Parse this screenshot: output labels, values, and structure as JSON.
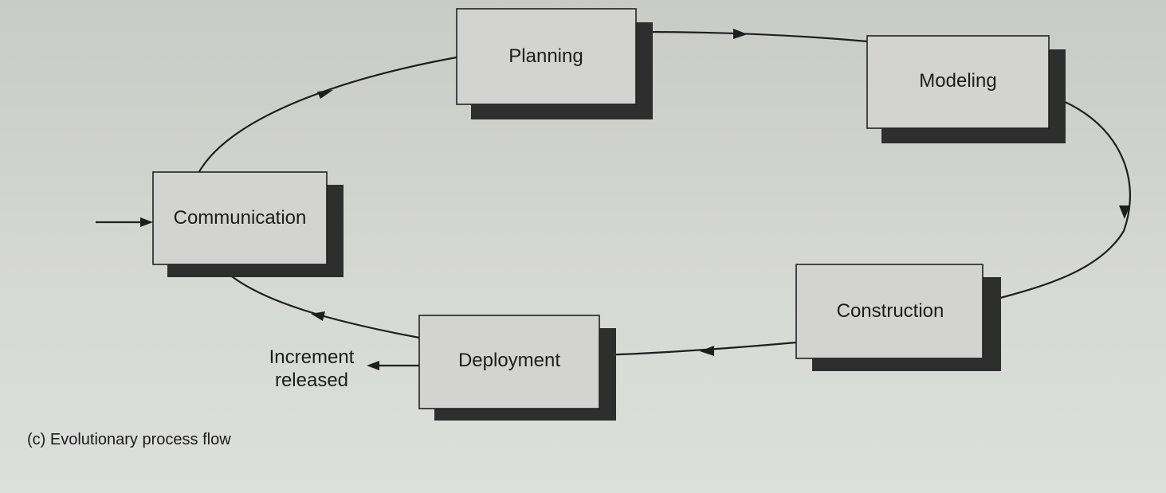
{
  "diagram": {
    "nodes": {
      "planning": "Planning",
      "modeling": "Modeling",
      "communication": "Communication",
      "construction": "Construction",
      "deployment": "Deployment"
    },
    "output_label": {
      "line1": "Increment",
      "line2": "released"
    },
    "caption": "(c) Evolutionary process flow"
  }
}
